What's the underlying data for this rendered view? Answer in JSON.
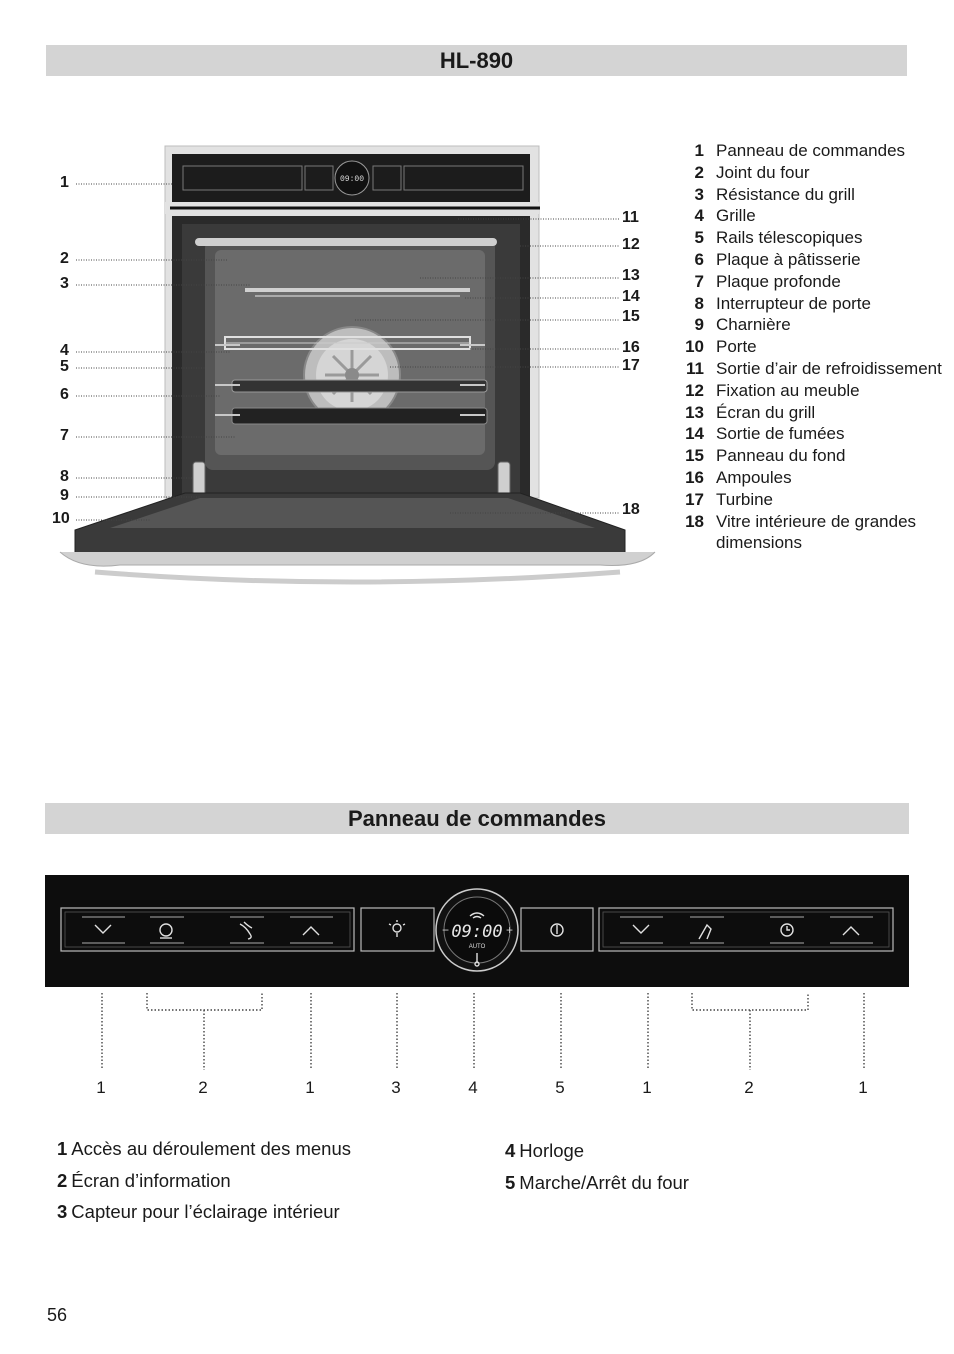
{
  "section1": {
    "title": "HL-890"
  },
  "oven_callouts_left": [
    "1",
    "2",
    "3",
    "4",
    "5",
    "6",
    "7",
    "8",
    "9",
    "10"
  ],
  "oven_callouts_right": [
    "11",
    "12",
    "13",
    "14",
    "15",
    "16",
    "17",
    "18"
  ],
  "oven_display_time": "09:00",
  "legend1": [
    {
      "num": "1",
      "text": "Panneau de commandes"
    },
    {
      "num": "2",
      "text": "Joint du four"
    },
    {
      "num": "3",
      "text": "Résistance du grill"
    },
    {
      "num": "4",
      "text": "Grille"
    },
    {
      "num": "5",
      "text": "Rails télescopiques"
    },
    {
      "num": "6",
      "text": "Plaque à pâtisserie"
    },
    {
      "num": "7",
      "text": "Plaque profonde"
    },
    {
      "num": "8",
      "text": "Interrupteur de porte"
    },
    {
      "num": "9",
      "text": "Charnière"
    },
    {
      "num": "10",
      "text": "Porte"
    },
    {
      "num": "11",
      "text": "Sortie d’air de refroidissement"
    },
    {
      "num": "12",
      "text": "Fixation au meuble"
    },
    {
      "num": "13",
      "text": "Écran du grill"
    },
    {
      "num": "14",
      "text": "Sortie de fumées"
    },
    {
      "num": "15",
      "text": "Panneau du fond"
    },
    {
      "num": "16",
      "text": "Ampoules"
    },
    {
      "num": "17",
      "text": "Turbine"
    },
    {
      "num": "18",
      "text": "Vitre intérieure de grandes dimensions"
    }
  ],
  "section2": {
    "title": "Panneau de commandes"
  },
  "panel": {
    "time": "09:00",
    "mode": "AUTO",
    "minus": "−",
    "plus": "+"
  },
  "panel_labels": [
    "1",
    "2",
    "1",
    "3",
    "4",
    "5",
    "1",
    "2",
    "1"
  ],
  "legend2_left": [
    {
      "num": "1",
      "text": "Accès au déroulement des menus"
    },
    {
      "num": "2",
      "text": "Écran d’information"
    },
    {
      "num": "3",
      "text": "Capteur pour l’éclairage intérieur"
    }
  ],
  "legend2_right": [
    {
      "num": "4",
      "text": "Horloge"
    },
    {
      "num": "5",
      "text": "Marche/Arrêt du four"
    }
  ],
  "page_number": "56"
}
